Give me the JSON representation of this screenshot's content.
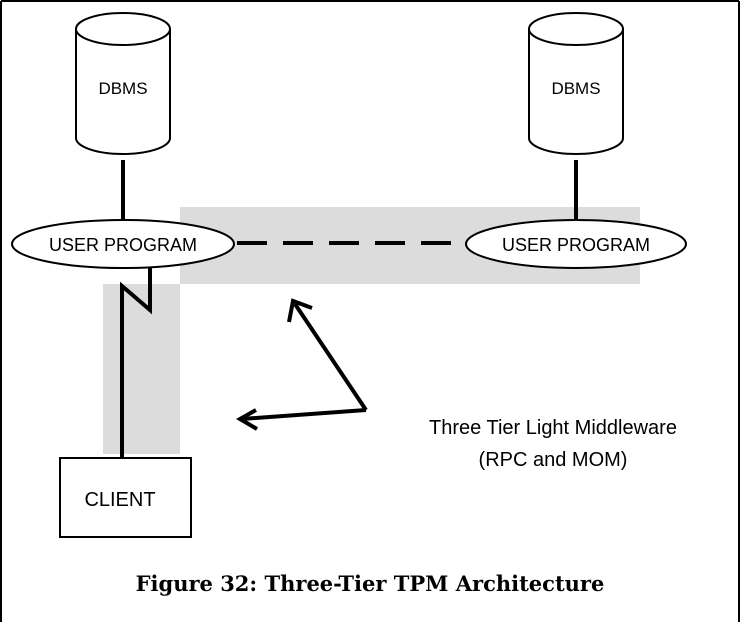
{
  "diagram": {
    "nodes": {
      "dbms_left": "DBMS",
      "dbms_right": "DBMS",
      "user_program_left": "USER PROGRAM",
      "user_program_right": "USER PROGRAM",
      "client": "CLIENT"
    },
    "annotation": {
      "line1": "Three Tier Light Middleware",
      "line2": "(RPC and MOM)"
    },
    "caption": "Figure 32: Three-Tier TPM Architecture",
    "colors": {
      "middleware_band": "#dcdcdc",
      "stroke": "#000000",
      "background": "#ffffff"
    }
  }
}
